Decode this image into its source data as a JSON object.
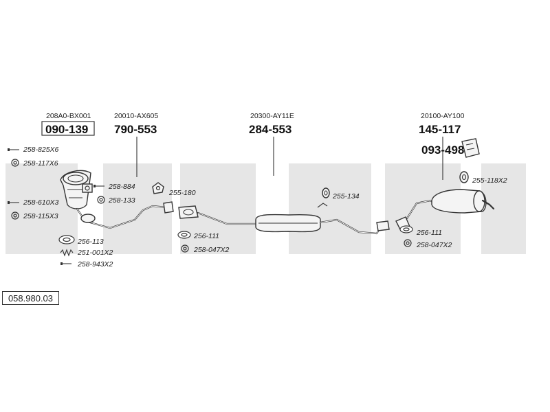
{
  "reference_number": "058.980.03",
  "main_parts": [
    {
      "oem": "208A0-BX001",
      "part_no": "090-139"
    },
    {
      "oem": "20010-AX605",
      "part_no": "790-553"
    },
    {
      "oem": "20300-AY11E",
      "part_no": "284-553"
    },
    {
      "oem": "20100-AY100",
      "part_no": "145-117"
    }
  ],
  "accessory_part": "093-498",
  "small_parts": {
    "p1": "258-825X6",
    "p2": "258-117X6",
    "p3": "258-610X3",
    "p4": "258-115X3",
    "p5": "256-113",
    "p6": "251-001X2",
    "p7": "258-943X2",
    "p8": "258-884",
    "p9": "258-133",
    "p10": "255-180",
    "p11": "256-111",
    "p12": "258-047X2",
    "p13": "255-134",
    "p14": "255-118X2",
    "p15": "256-111",
    "p16": "258-047X2"
  }
}
